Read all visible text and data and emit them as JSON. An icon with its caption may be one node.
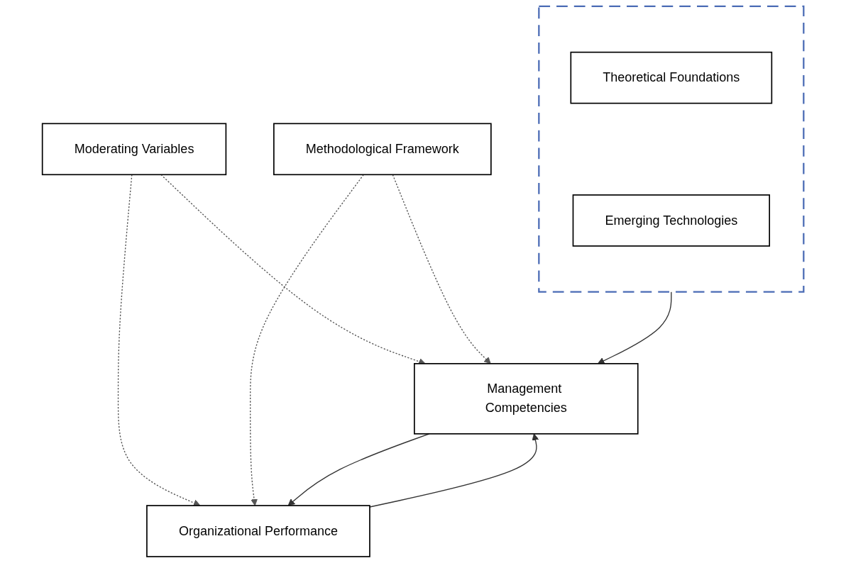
{
  "diagram": {
    "nodes": [
      {
        "text": [],
        "shape": "box"
      },
      {
        "text": [
          "Theoretical Foundations"
        ],
        "in": 0
      },
      {
        "text": [
          "Emerging Technologies"
        ],
        "in": 0
      },
      {
        "text": [
          "Moderating Variables"
        ]
      },
      {
        "text": [
          "Methodological Framework"
        ]
      },
      {
        "text": [
          "Management Competencies"
        ]
      },
      {
        "text": [
          "Organizational Performance"
        ]
      }
    ],
    "edges": [
      {
        "from": 0,
        "to": 5,
        "arrow": "to"
      },
      {
        "from": 3,
        "to": 5,
        "arrow": "to",
        "style": "dashed"
      },
      {
        "from": 3,
        "to": 6,
        "arrow": "to",
        "style": "dashed"
      },
      {
        "from": 4,
        "to": 5,
        "arrow": "to",
        "style": "dashed"
      },
      {
        "from": 4,
        "to": 6,
        "arrow": "to",
        "style": "dashed"
      },
      {
        "from": 5,
        "to": 6,
        "arrow": "to"
      },
      {
        "from": 6,
        "to": 5,
        "arrow": "to"
      }
    ]
  }
}
